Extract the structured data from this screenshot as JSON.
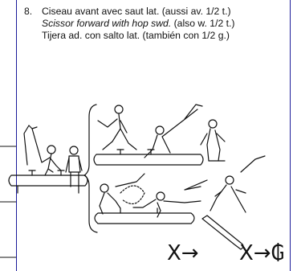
{
  "item": {
    "number": "8.",
    "title_fr": "Ciseau avant avec saut lat. (aussi av. 1/2 t.)",
    "title_en_italic": "Scissor forward with hop swd.",
    "title_en_rest": " (also w. 1/2 t.)",
    "title_es": "Tijera ad. con salto lat. (también con 1/2 g.)"
  },
  "notation": {
    "left": "X→",
    "right": "X→",
    "right_symbol": "₲"
  },
  "colors": {
    "border": "#1a1a99",
    "ink": "#111111"
  }
}
